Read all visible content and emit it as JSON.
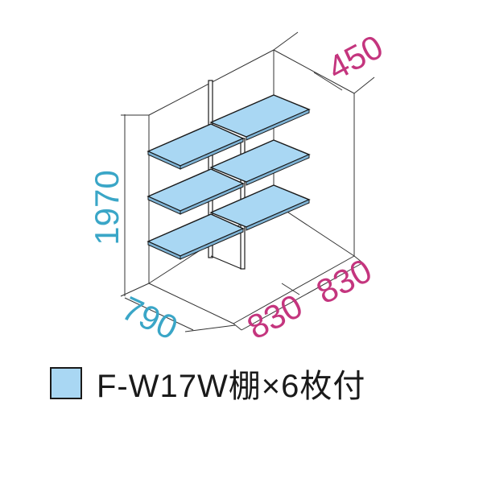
{
  "dimensions": {
    "height": "1970",
    "depth_left": "790",
    "width_front_1": "830",
    "width_front_2": "830",
    "depth_right": "450"
  },
  "legend": {
    "label": "F-W17W棚×6枚付"
  },
  "colors": {
    "shelf_fill": "#a9d7f3",
    "dimension_blue": "#3aa6c7",
    "dimension_magenta": "#c4357e",
    "outline": "#1a1a1a"
  }
}
